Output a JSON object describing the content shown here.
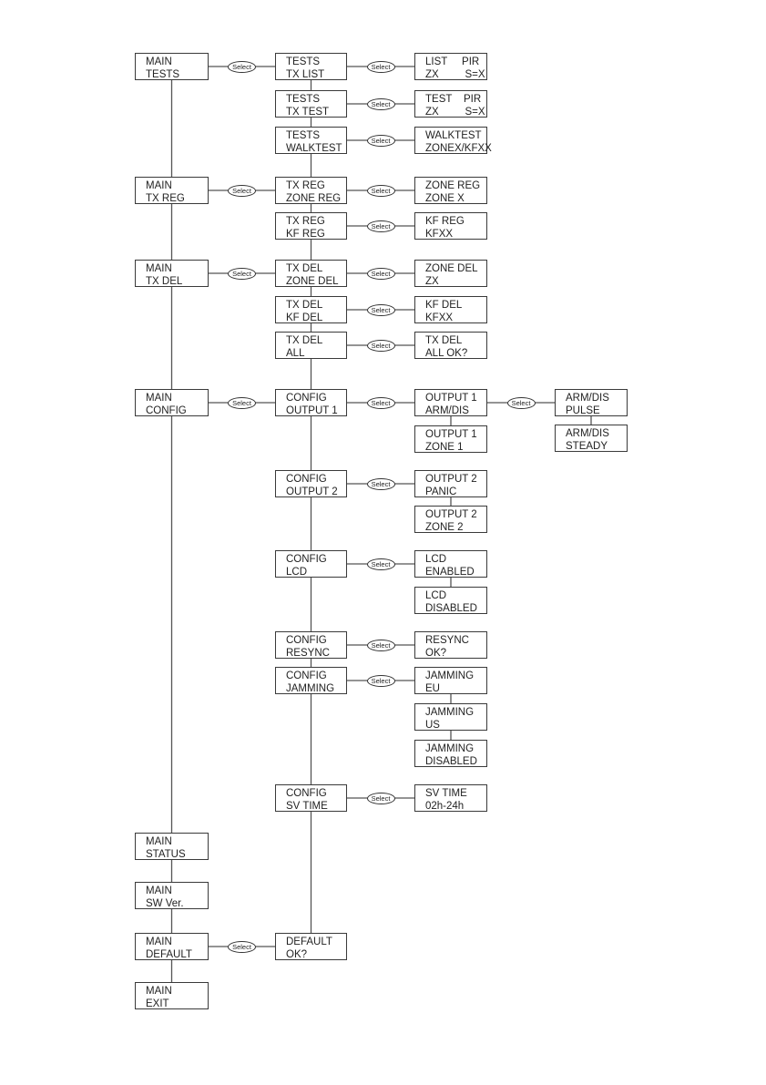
{
  "select_label": "Select",
  "nodes": [
    {
      "id": "main_tests",
      "l1": "MAIN",
      "l2": "TESTS"
    },
    {
      "id": "tests_txlist",
      "l1": "TESTS",
      "l2": "TX LIST"
    },
    {
      "id": "list_pir",
      "l1": "LIST     PIR",
      "l2": "ZX         S=X"
    },
    {
      "id": "tests_txtest",
      "l1": "TESTS",
      "l2": "TX TEST"
    },
    {
      "id": "test_pir",
      "l1": "TEST    PIR",
      "l2": "ZX         S=X"
    },
    {
      "id": "tests_walk",
      "l1": "TESTS",
      "l2": "WALKTEST"
    },
    {
      "id": "walktest",
      "l1": "WALKTEST",
      "l2": "ZONEX/KFXX"
    },
    {
      "id": "main_txreg",
      "l1": "MAIN",
      "l2": "TX REG"
    },
    {
      "id": "txreg_zone",
      "l1": "TX REG",
      "l2": "ZONE REG"
    },
    {
      "id": "zonereg",
      "l1": "ZONE REG",
      "l2": "ZONE X"
    },
    {
      "id": "txreg_kf",
      "l1": "TX REG",
      "l2": "KF REG"
    },
    {
      "id": "kfreg",
      "l1": "KF REG",
      "l2": "KFXX"
    },
    {
      "id": "main_txdel",
      "l1": "MAIN",
      "l2": "TX DEL"
    },
    {
      "id": "txdel_zone",
      "l1": "TX DEL",
      "l2": "ZONE DEL"
    },
    {
      "id": "zonedel",
      "l1": "ZONE DEL",
      "l2": "ZX"
    },
    {
      "id": "txdel_kf",
      "l1": "TX DEL",
      "l2": "KF DEL"
    },
    {
      "id": "kfdel",
      "l1": "KF DEL",
      "l2": "KFXX"
    },
    {
      "id": "txdel_all",
      "l1": "TX DEL",
      "l2": "ALL"
    },
    {
      "id": "txdel_allok",
      "l1": "TX DEL",
      "l2": "ALL OK?"
    },
    {
      "id": "main_config",
      "l1": "MAIN",
      "l2": "CONFIG"
    },
    {
      "id": "cfg_out1",
      "l1": "CONFIG",
      "l2": "OUTPUT 1"
    },
    {
      "id": "out1_armdis",
      "l1": "OUTPUT 1",
      "l2": "ARM/DIS"
    },
    {
      "id": "armdis_pulse",
      "l1": "ARM/DIS",
      "l2": "PULSE"
    },
    {
      "id": "armdis_steady",
      "l1": "ARM/DIS",
      "l2": "STEADY"
    },
    {
      "id": "out1_zone1",
      "l1": "OUTPUT 1",
      "l2": "ZONE 1"
    },
    {
      "id": "cfg_out2",
      "l1": "CONFIG",
      "l2": "OUTPUT 2"
    },
    {
      "id": "out2_panic",
      "l1": "OUTPUT 2",
      "l2": "PANIC"
    },
    {
      "id": "out2_zone2",
      "l1": "OUTPUT 2",
      "l2": "ZONE 2"
    },
    {
      "id": "cfg_lcd",
      "l1": "CONFIG",
      "l2": "LCD"
    },
    {
      "id": "lcd_en",
      "l1": "LCD",
      "l2": "ENABLED"
    },
    {
      "id": "lcd_dis",
      "l1": "LCD",
      "l2": "DISABLED"
    },
    {
      "id": "cfg_resync",
      "l1": "CONFIG",
      "l2": "RESYNC"
    },
    {
      "id": "resync_ok",
      "l1": "RESYNC",
      "l2": "OK?"
    },
    {
      "id": "cfg_jam",
      "l1": "CONFIG",
      "l2": "JAMMING"
    },
    {
      "id": "jam_eu",
      "l1": "JAMMING",
      "l2": "EU"
    },
    {
      "id": "jam_us",
      "l1": "JAMMING",
      "l2": "US"
    },
    {
      "id": "jam_dis",
      "l1": "JAMMING",
      "l2": "DISABLED"
    },
    {
      "id": "cfg_sv",
      "l1": "CONFIG",
      "l2": "SV TIME"
    },
    {
      "id": "svtime",
      "l1": "SV TIME",
      "l2": "02h-24h"
    },
    {
      "id": "main_status",
      "l1": "MAIN",
      "l2": "STATUS"
    },
    {
      "id": "main_sw",
      "l1": "MAIN",
      "l2": "SW Ver."
    },
    {
      "id": "main_default",
      "l1": "MAIN",
      "l2": "DEFAULT"
    },
    {
      "id": "default_ok",
      "l1": "DEFAULT",
      "l2": "OK?"
    },
    {
      "id": "main_exit",
      "l1": "MAIN",
      "l2": "EXIT"
    }
  ],
  "edges": [
    [
      "main_tests",
      "tests_txlist",
      "select"
    ],
    [
      "tests_txlist",
      "list_pir",
      "select"
    ],
    [
      "tests_txtest",
      "test_pir",
      "select"
    ],
    [
      "tests_walk",
      "walktest",
      "select"
    ],
    [
      "main_txreg",
      "txreg_zone",
      "select"
    ],
    [
      "txreg_zone",
      "zonereg",
      "select"
    ],
    [
      "txreg_kf",
      "kfreg",
      "select"
    ],
    [
      "main_txdel",
      "txdel_zone",
      "select"
    ],
    [
      "txdel_zone",
      "zonedel",
      "select"
    ],
    [
      "txdel_kf",
      "kfdel",
      "select"
    ],
    [
      "txdel_all",
      "txdel_allok",
      "select"
    ],
    [
      "main_config",
      "cfg_out1",
      "select"
    ],
    [
      "cfg_out1",
      "out1_armdis",
      "select"
    ],
    [
      "out1_armdis",
      "armdis_pulse",
      "select"
    ],
    [
      "cfg_out2",
      "out2_panic",
      "select"
    ],
    [
      "cfg_lcd",
      "lcd_en",
      "select"
    ],
    [
      "cfg_resync",
      "resync_ok",
      "select"
    ],
    [
      "cfg_jam",
      "jam_eu",
      "select"
    ],
    [
      "cfg_sv",
      "svtime",
      "select"
    ],
    [
      "main_default",
      "default_ok",
      "select"
    ],
    [
      "armdis_pulse",
      "armdis_steady",
      "next"
    ],
    [
      "out1_armdis",
      "out1_zone1",
      "next"
    ],
    [
      "out2_panic",
      "out2_zone2",
      "next"
    ],
    [
      "lcd_en",
      "lcd_dis",
      "next"
    ],
    [
      "jam_eu",
      "jam_us",
      "next"
    ],
    [
      "jam_us",
      "jam_dis",
      "next"
    ],
    [
      "main_tests",
      "main_exit",
      "next"
    ],
    [
      "tests_txlist",
      "default_ok",
      "next"
    ]
  ]
}
